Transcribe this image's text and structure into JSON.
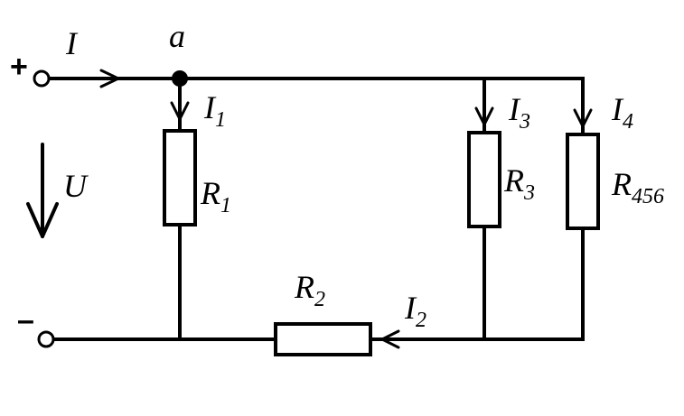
{
  "diagram": {
    "terminals": {
      "positive": "+",
      "negative": "–"
    },
    "node_label": "a",
    "current_I": {
      "main": "I",
      "sub": ""
    },
    "current_I1": {
      "main": "I",
      "sub": "1"
    },
    "current_I2": {
      "main": "I",
      "sub": "2"
    },
    "current_I3": {
      "main": "I",
      "sub": "3"
    },
    "current_I4": {
      "main": "I",
      "sub": "4"
    },
    "voltage_U": {
      "main": "U",
      "sub": ""
    },
    "resistor_R1": {
      "main": "R",
      "sub": "1"
    },
    "resistor_R2": {
      "main": "R",
      "sub": "2"
    },
    "resistor_R3": {
      "main": "R",
      "sub": "3"
    },
    "resistor_R456": {
      "main": "R",
      "sub": "456"
    }
  }
}
